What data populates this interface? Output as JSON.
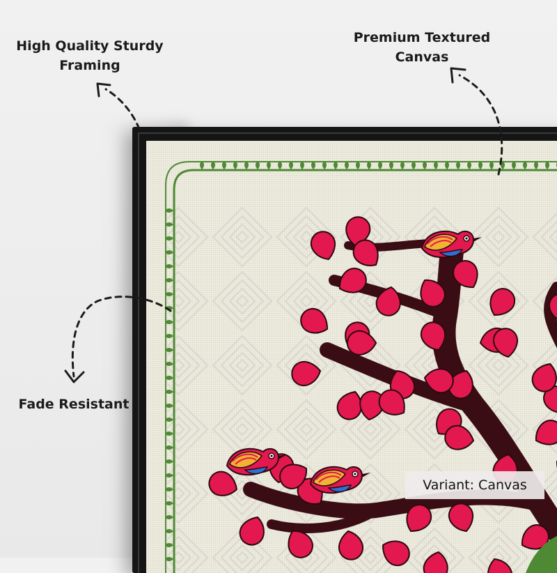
{
  "callouts": {
    "framing_line1": "High Quality Sturdy",
    "framing_line2": "Framing",
    "canvas_line1": "Premium Textured",
    "canvas_line2": "Canvas",
    "fade": "Fade Resistant"
  },
  "variant": {
    "label": "Variant:",
    "value": "Canvas"
  },
  "colors": {
    "frame": "#151515",
    "canvas": "#efece0",
    "border_green": "#4e8a33",
    "petal": "#e3184f",
    "branch": "#3a0d14",
    "bird_wing": "#f2b233",
    "bird_belly": "#2f6fd0"
  },
  "icons": [
    "dashed-arrow-icon",
    "bird-icon",
    "flower-petal-icon"
  ]
}
